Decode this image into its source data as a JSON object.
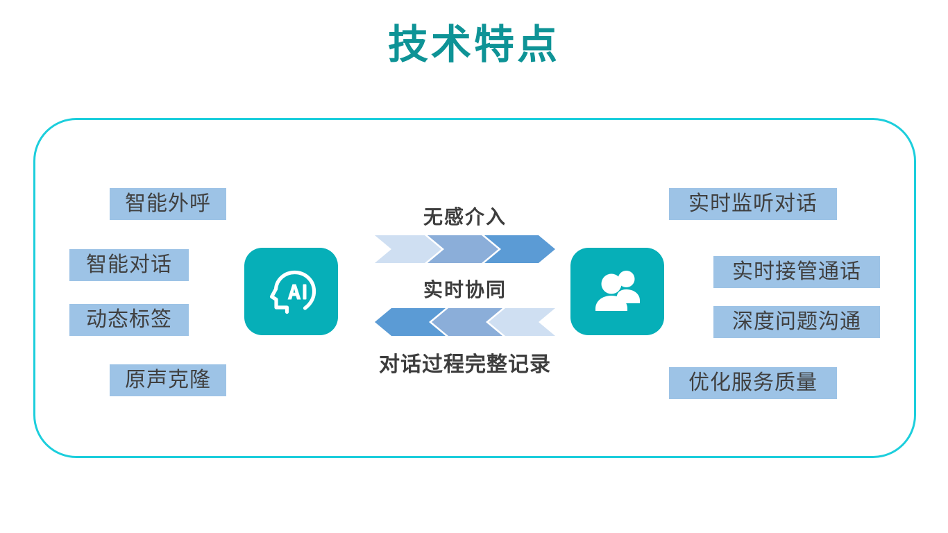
{
  "page": {
    "title": "技术特点",
    "title_color": "#0E9396",
    "background": "#FFFFFF",
    "frame_border_color": "#1CCEDC"
  },
  "colors": {
    "teal_tile": "#06AFB8",
    "chip_bg": "#9DC3E6",
    "chip_text": "#404040",
    "arrow_light": "#CFDFF2",
    "arrow_mid": "#8BAED9",
    "arrow_dark": "#5B9BD5"
  },
  "left_panel": {
    "icon_name": "ai-head-icon",
    "chips": [
      {
        "label": "智能外呼"
      },
      {
        "label": "智能对话"
      },
      {
        "label": "动态标签"
      },
      {
        "label": "原声克隆"
      }
    ]
  },
  "right_panel": {
    "icon_name": "people-agent-icon",
    "chips": [
      {
        "label": "实时监听对话"
      },
      {
        "label": "实时接管通话"
      },
      {
        "label": "深度问题沟通"
      },
      {
        "label": "优化服务质量"
      }
    ]
  },
  "center_flow": {
    "top_label": "无感介入",
    "top_arrow_direction": "right",
    "middle_label": "实时协同",
    "bottom_arrow_direction": "left",
    "bottom_label": "对话过程完整记录"
  }
}
